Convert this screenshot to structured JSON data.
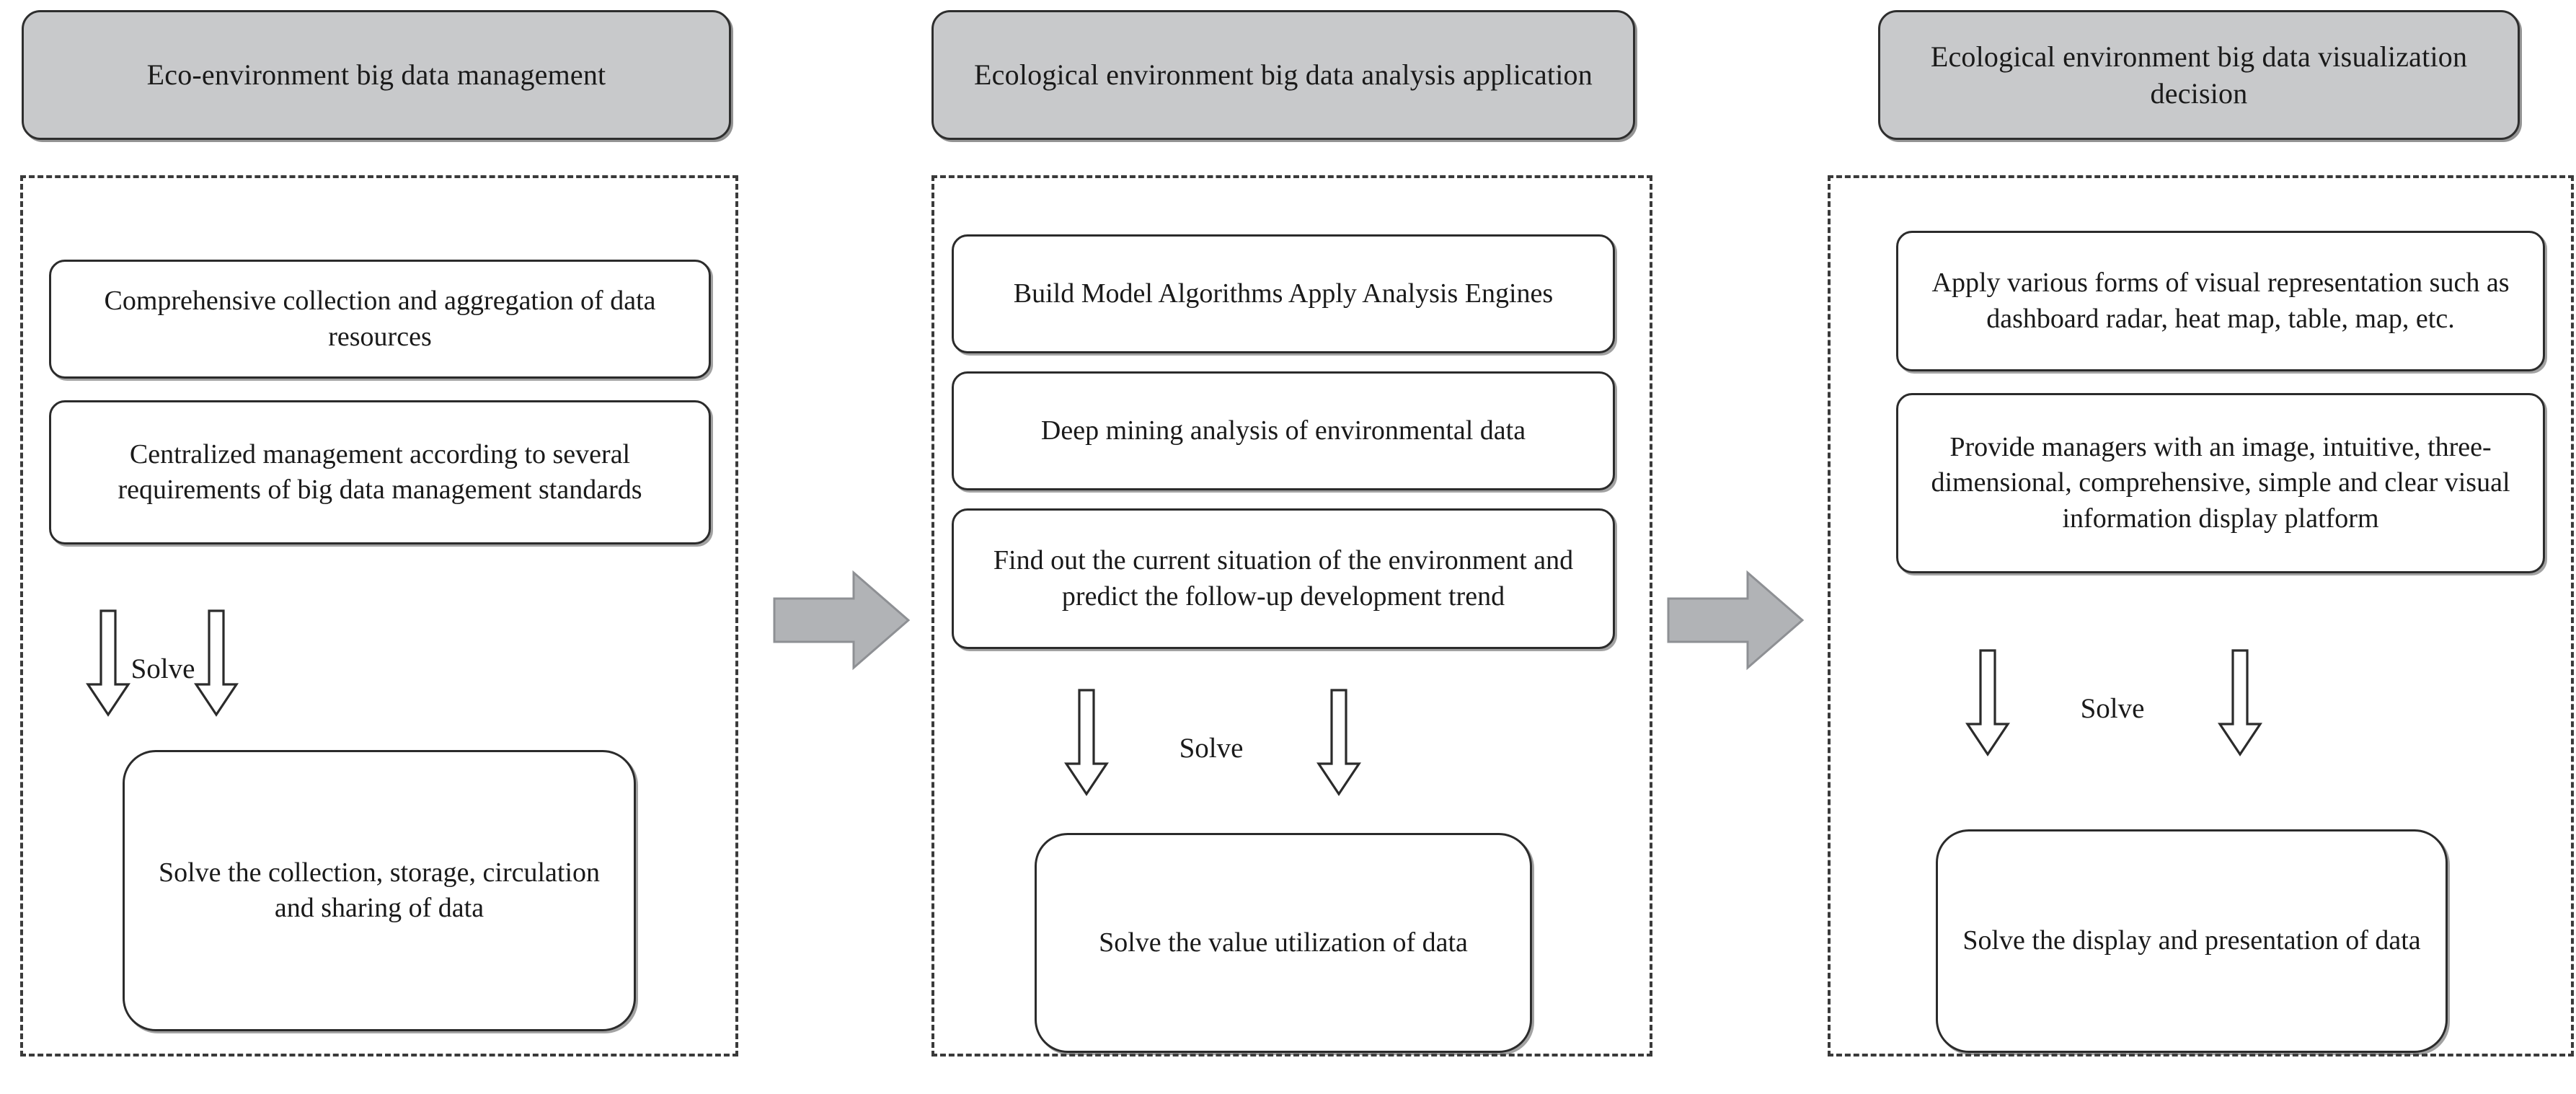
{
  "diagram": {
    "title_text_color": "#1a1a1a",
    "header_fill": "#c8c9cb",
    "header_stroke": "#2e2e2e",
    "box_fill": "#ffffff",
    "box_stroke": "#2b2b2b",
    "dashed_stroke": "#3a3a3a",
    "flow_arrow_fill": "#b1b3b6",
    "flow_arrow_stroke": "#8e9094",
    "solve_label": "Solve",
    "columns": [
      {
        "id": "eco-environment-big-data-management",
        "header": "Eco-environment big data management",
        "items": [
          "Comprehensive collection and aggregation of data resources",
          "Centralized management according to several requirements of big data management standards"
        ],
        "connector_label": "Solve",
        "outcome": "Solve the collection, storage, circulation and sharing of data"
      },
      {
        "id": "ecological-environment-big-data-analysis-application",
        "header": "Ecological environment big data analysis application",
        "items": [
          "Build Model Algorithms Apply Analysis Engines",
          "Deep mining analysis of environmental data",
          "Find out the current situation of the environment and predict the follow-up development trend"
        ],
        "connector_label": "Solve",
        "outcome": "Solve the value utilization of data"
      },
      {
        "id": "ecological-environment-big-data-visualization-decision",
        "header": "Ecological environment big data visualization decision",
        "items": [
          "Apply various forms of visual representation such as dashboard radar, heat map, table, map, etc.",
          "Provide managers with an image, intuitive, three-dimensional, comprehensive, simple and clear visual information display platform"
        ],
        "connector_label": "Solve",
        "outcome": "Solve the display and presentation of data"
      }
    ],
    "flow_arrows": [
      {
        "from": "eco-environment-big-data-management",
        "to": "ecological-environment-big-data-analysis-application"
      },
      {
        "from": "ecological-environment-big-data-analysis-application",
        "to": "ecological-environment-big-data-visualization-decision"
      }
    ]
  }
}
